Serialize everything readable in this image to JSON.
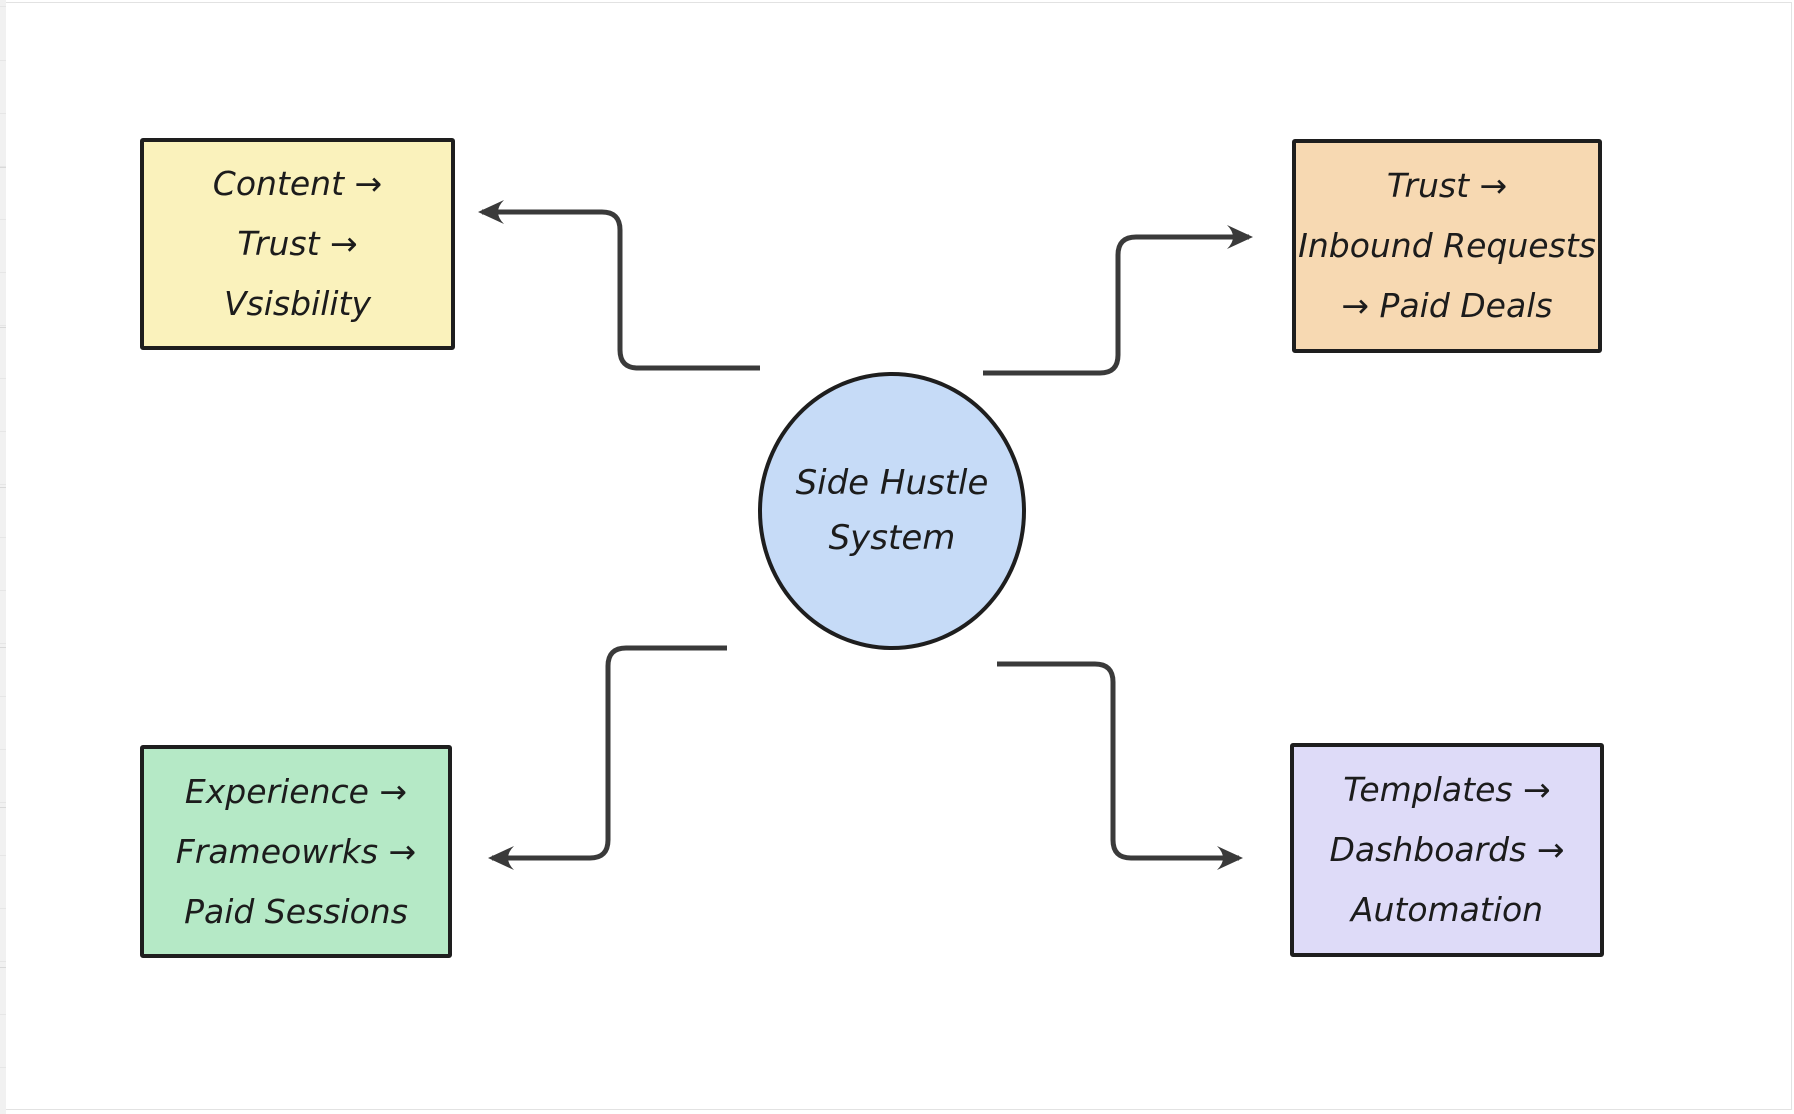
{
  "diagram": {
    "center_node": {
      "label_lines": [
        "Side Hustle",
        "System"
      ],
      "fill": "#c6dbf7",
      "stroke": "#1e1e1e"
    },
    "boxes": {
      "top_left": {
        "lines": [
          "Content →",
          "Trust →",
          "Vsisbility"
        ],
        "fill": "#faf2bc",
        "stroke": "#1e1e1e"
      },
      "top_right": {
        "lines": [
          "Trust →",
          "Inbound Requests",
          "→ Paid Deals"
        ],
        "fill": "#f7d9b2",
        "stroke": "#1e1e1e"
      },
      "bottom_left": {
        "lines": [
          "Experience →",
          "Frameowrks →",
          "Paid Sessions"
        ],
        "fill": "#b5e9c6",
        "stroke": "#1e1e1e"
      },
      "bottom_right": {
        "lines": [
          "Templates →",
          "Dashboards →",
          "Automation"
        ],
        "fill": "#dedbf8",
        "stroke": "#1e1e1e"
      }
    },
    "connectors": {
      "color": "#3a3a3a"
    }
  }
}
